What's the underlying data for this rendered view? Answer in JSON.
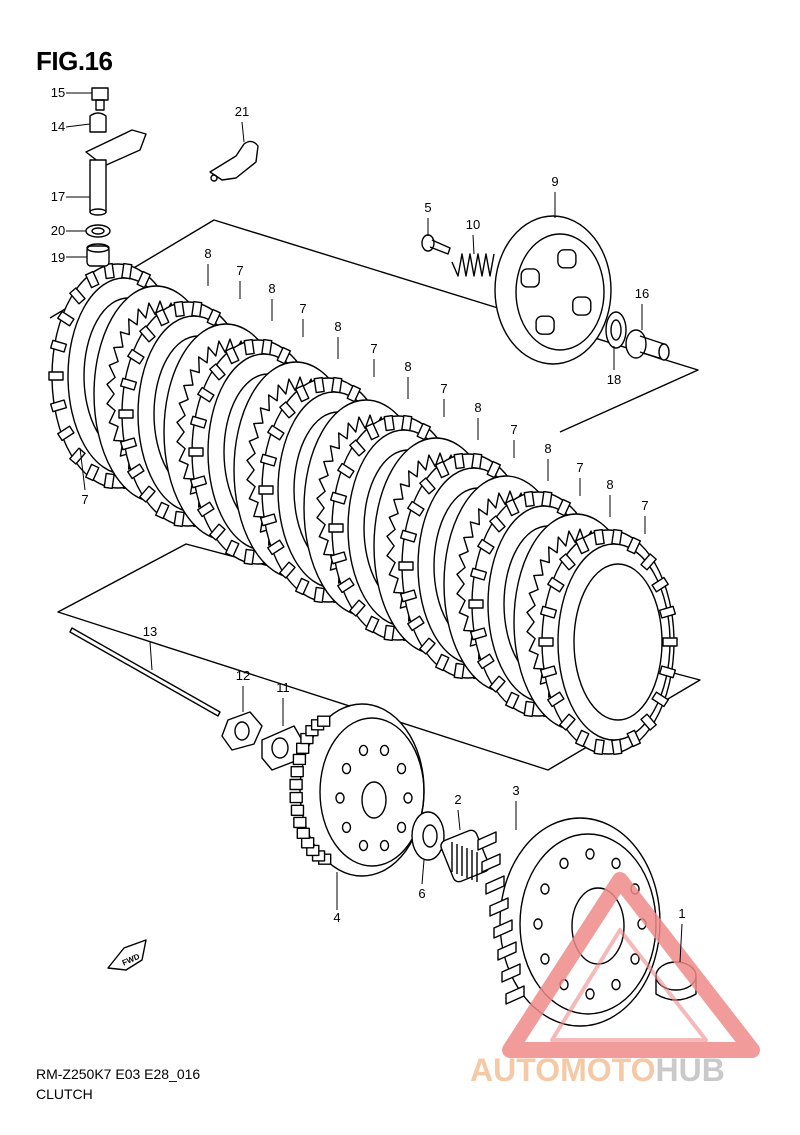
{
  "figure": {
    "title": "FIG.16",
    "code": "RM-Z250K7 E03 E28_016",
    "caption": "CLUTCH"
  },
  "fwd_label": "FWD",
  "watermark": {
    "part1": "AUTOMOTO",
    "part2": "HUB",
    "color_accent": "#f08a8a",
    "color_gray": "#c4c4c4"
  },
  "callouts": {
    "c15": "15",
    "c14": "14",
    "c17": "17",
    "c20": "20",
    "c19": "19",
    "c21": "21",
    "c5": "5",
    "c10": "10",
    "c9": "9",
    "c16": "16",
    "c18": "18",
    "p8a": "8",
    "p8b": "8",
    "p8c": "8",
    "p8d": "8",
    "p8e": "8",
    "p8f": "8",
    "p8g": "8",
    "p7a": "7",
    "p7b": "7",
    "p7c": "7",
    "p7d": "7",
    "p7e": "7",
    "p7f": "7",
    "p7g": "7",
    "p7h": "7",
    "c13": "13",
    "c12": "12",
    "c11": "11",
    "c4": "4",
    "c2": "2",
    "c6": "6",
    "c3": "3",
    "c1": "1"
  }
}
